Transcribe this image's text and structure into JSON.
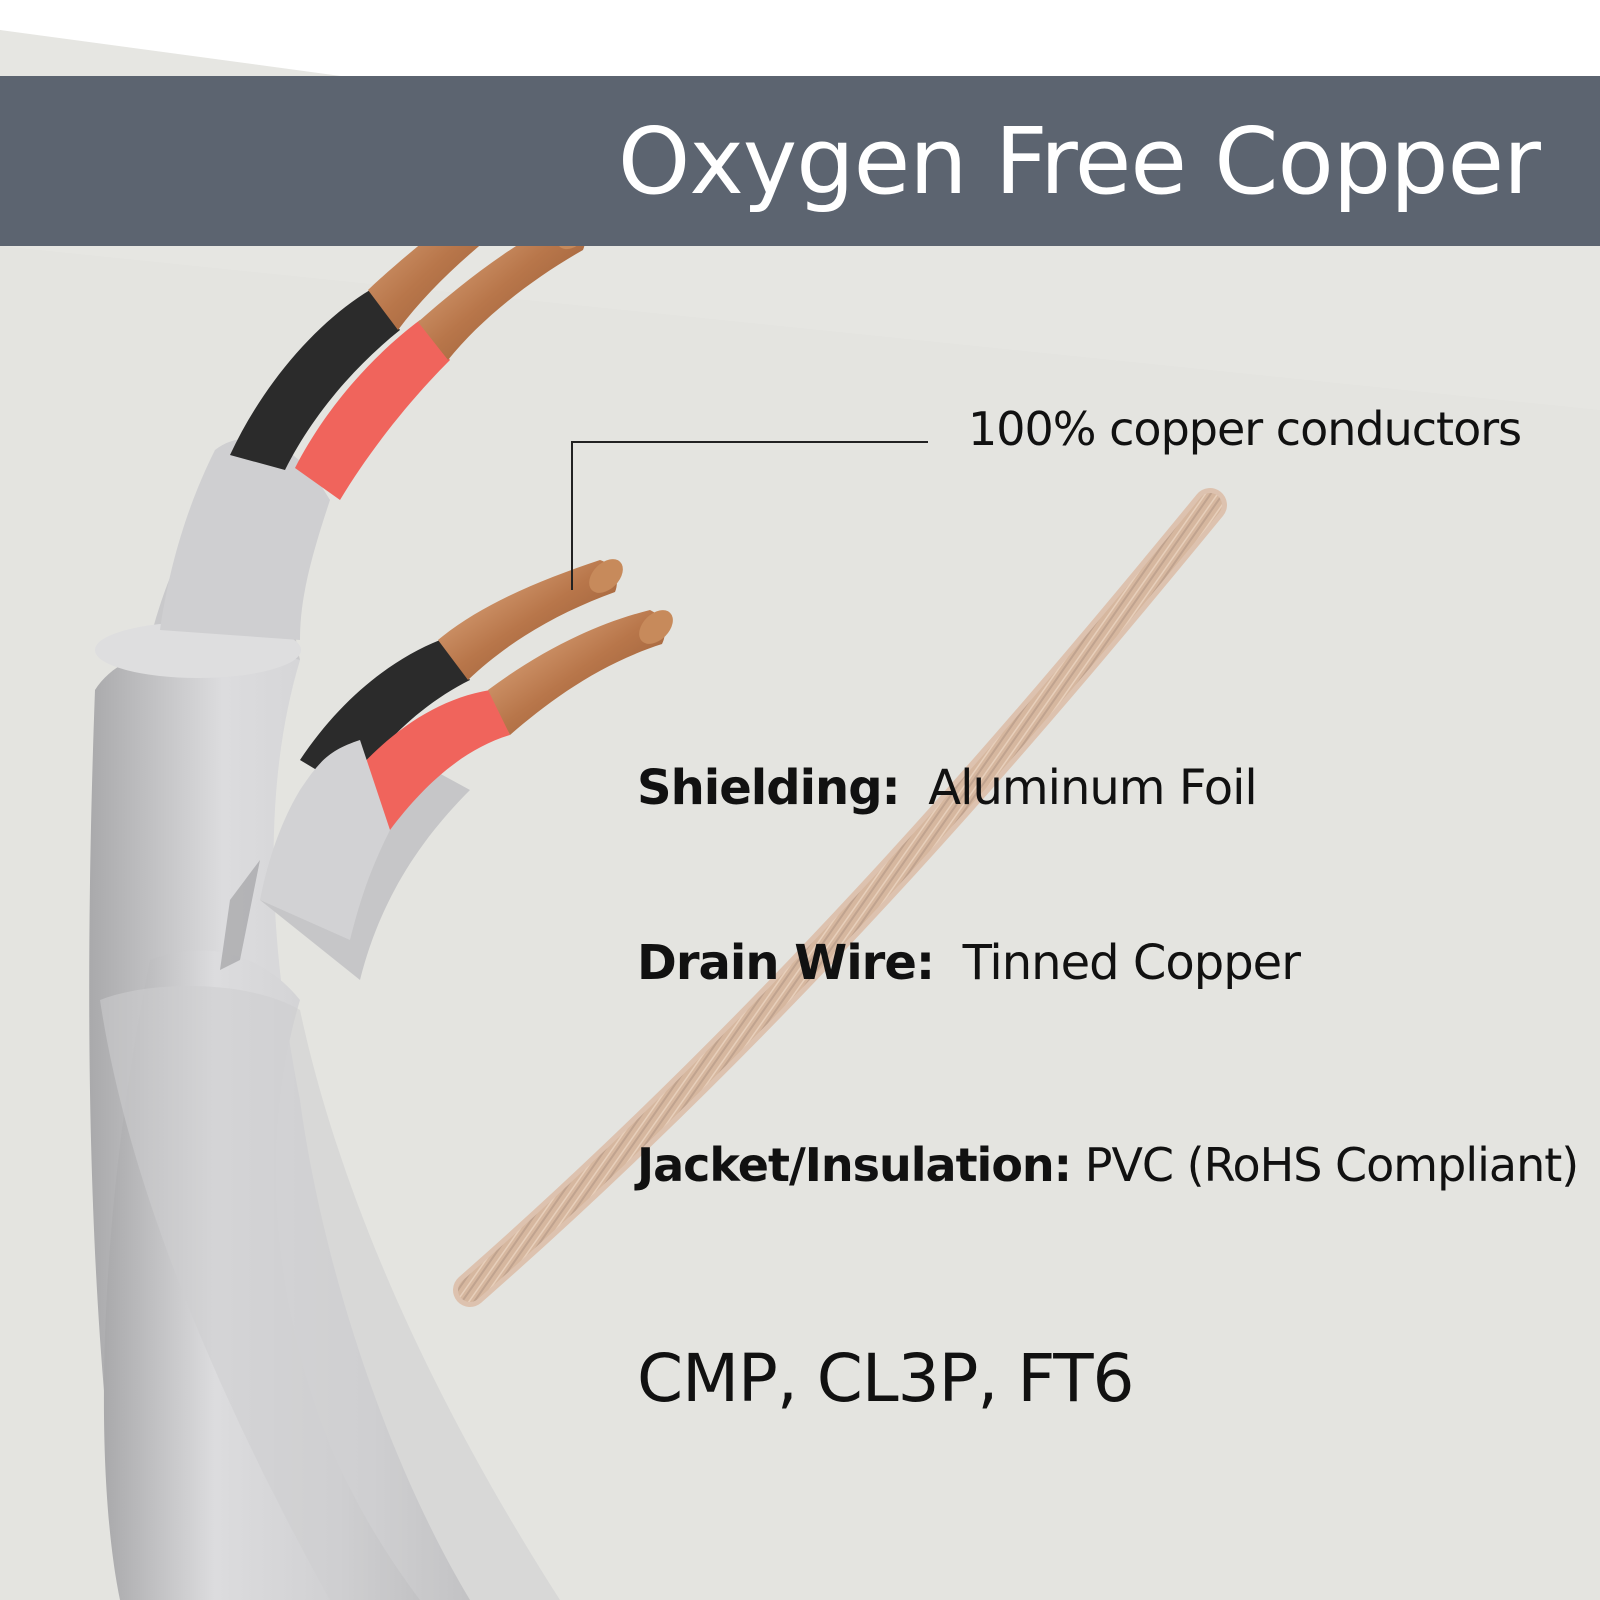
{
  "banner": {
    "title": "Oxygen Free Copper",
    "color": "#5c6470"
  },
  "callout": {
    "text": "100% copper conductors"
  },
  "specs": {
    "shielding": {
      "label": "Shielding:",
      "value": "Aluminum Foil"
    },
    "drain_wire": {
      "label": "Drain Wire:",
      "value": "Tinned Copper"
    },
    "jacket": {
      "label": "Jacket/Insulation:",
      "value": "PVC (RoHS Compliant)"
    }
  },
  "ratings": "CMP, CL3P, FT6",
  "colors": {
    "jacket": "#d2d2d4",
    "background": "#e4e4e0",
    "copper": "#c8875a",
    "red_insulation": "#f0645c",
    "black_insulation": "#2b2b2b"
  }
}
